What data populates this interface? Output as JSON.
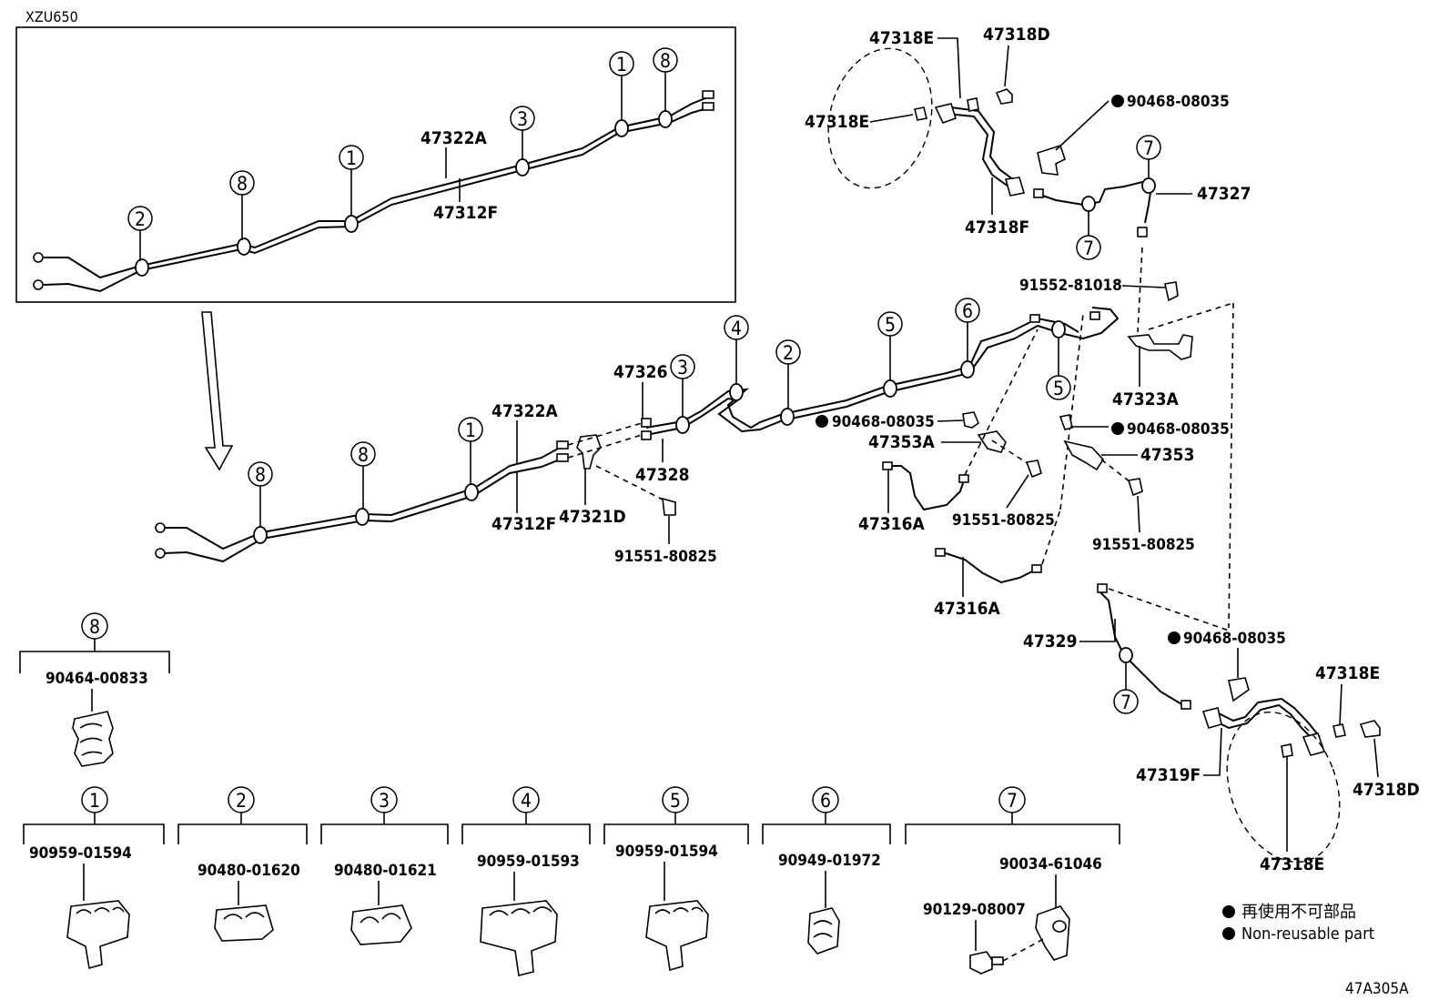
{
  "model_label": "XZU650",
  "figure_id": "47A305A",
  "legend": {
    "jp": "再使用不可部品",
    "en": "Non-reusable part"
  },
  "callouts": {
    "c1": "1",
    "c2": "2",
    "c3": "3",
    "c4": "4",
    "c5": "5",
    "c6": "6",
    "c7": "7",
    "c8": "8"
  },
  "inset_labels": {
    "tube_a": "47322A",
    "tube_f": "47312F"
  },
  "main_labels": {
    "tube_a": "47322A",
    "tube_f": "47312F",
    "union": "47326",
    "tee": "47328",
    "bracket_d": "47321D",
    "bolt_left": "91551-80825",
    "clip_a": "90468-08035",
    "bracket_353a": "47353A",
    "hose_316a_1": "47316A",
    "bolt_mid": "91551-80825",
    "clip_b": "90468-08035",
    "bracket_353": "47353",
    "bolt_right": "91551-80825",
    "hose_316a_2": "47316A",
    "bolt_top": "91552-81018",
    "bracket_323a": "47323A",
    "tube_327": "47327",
    "top_318e_1": "47318E",
    "top_318d": "47318D",
    "top_318e_2": "47318E",
    "top_318f": "47318F",
    "top_clip": "90468-08035",
    "tube_329": "47329",
    "low_clip": "90468-08035",
    "low_318e_1": "47318E",
    "low_319f": "47319F",
    "low_318d": "47318D",
    "low_318e_2": "47318E"
  },
  "clamps": {
    "k8": "90464-00833",
    "k1": "90959-01594",
    "k2": "90480-01620",
    "k3": "90480-01621",
    "k4": "90959-01593",
    "k5": "90959-01594",
    "k6": "90949-01972",
    "k7_clamp": "90034-61046",
    "k7_bolt": "90129-08007"
  }
}
